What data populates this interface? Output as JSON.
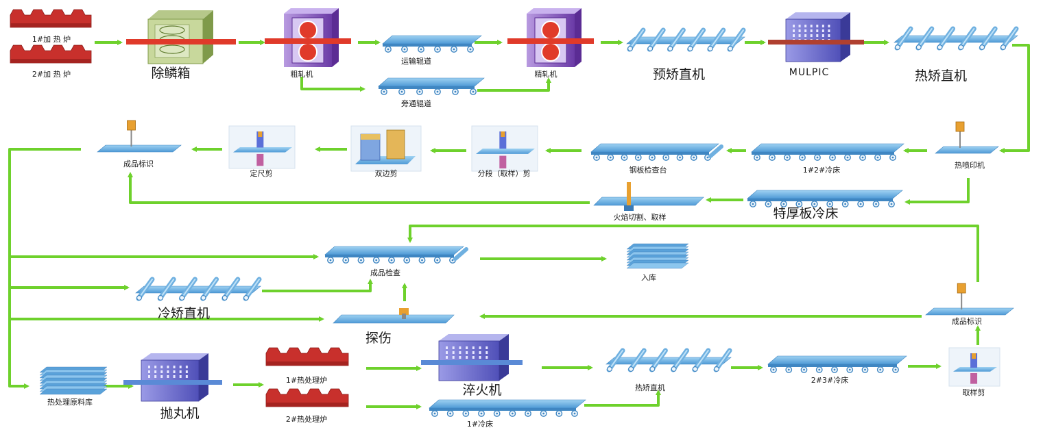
{
  "labels": {
    "furnace1": "1#加 热 炉",
    "furnace2": "2#加 热 炉",
    "descaler": "除鳞箱",
    "rougher": "粗轧机",
    "transport_roll": "运输辊道",
    "bypass_roll": "旁通辊道",
    "finisher": "精轧机",
    "pre_leveler": "预矫直机",
    "mulpic": "MULPIC",
    "hot_leveler": "热矫直机",
    "hot_marker": "热喷印机",
    "cooling_bed_1_2": "1#2#冷床",
    "inspection_table": "钢板检查台",
    "dividing_shear": "分段（取样）剪",
    "double_side_shear": "双边剪",
    "length_shear": "定尺剪",
    "product_marking_1": "成品标识",
    "heavy_cooling_bed": "特厚板冷床",
    "flame_cutting": "火焰切割、取样",
    "product_inspection": "成品检查",
    "warehouse_in": "入库",
    "cold_leveler": "冷矫直机",
    "flaw_detection": "探伤",
    "product_marking_2": "成品标识",
    "ht_raw_store": "热处理原料库",
    "shot_blaster": "抛丸机",
    "ht_furnace1": "1#热处理炉",
    "ht_furnace2": "2#热处理炉",
    "quencher": "淬火机",
    "cooling_bed_1": "1#冷床",
    "hot_leveler_2": "热矫直机",
    "cooling_bed_2_3": "2#3#冷床",
    "sampling_shear": "取样剪"
  },
  "colors": {
    "arrow": "#6ed12c",
    "plate": "#6cb4e4",
    "plate_dark": "#3f86c2",
    "furnace": "#c8302c",
    "mill": "#8c5cc2",
    "mill_dark": "#5b2c94",
    "red_bar": "#e03a2a",
    "marker": "#e8a030"
  }
}
